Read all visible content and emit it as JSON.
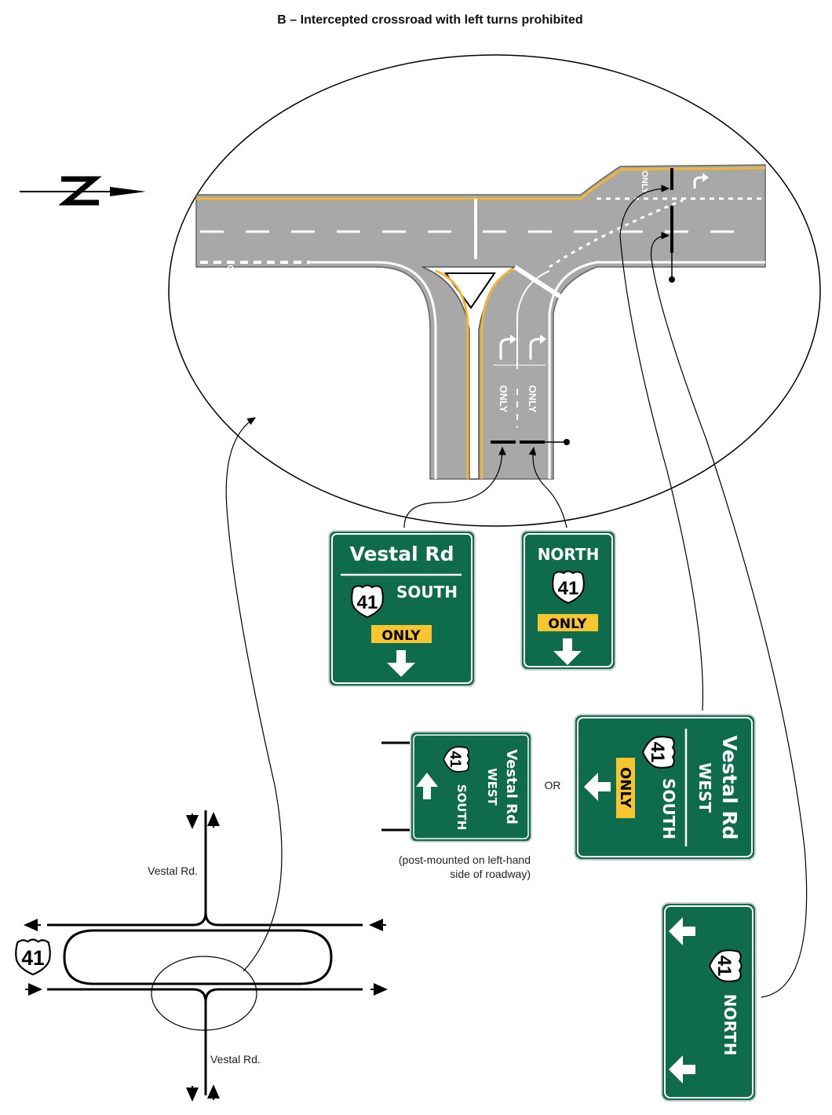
{
  "title": "B – Intercepted crossroad with left turns prohibited",
  "pavement_markings": {
    "only_word": "ONLY"
  },
  "sign_vestal_41_south_only": {
    "destination": "Vestal Rd",
    "route_number": "41",
    "direction": "SOUTH",
    "only_panel": "ONLY"
  },
  "sign_north_41_only": {
    "direction": "NORTH",
    "route_number": "41",
    "only_panel": "ONLY"
  },
  "sign_small_vestal_west": {
    "destination": "Vestal Rd",
    "destination_direction": "WEST",
    "route_number": "41",
    "route_direction": "SOUTH",
    "note": "(post-mounted on left-hand side of roadway)"
  },
  "or_label": "OR",
  "sign_large_vestal_west": {
    "destination": "Vestal Rd",
    "destination_direction": "WEST",
    "route_number": "41",
    "route_direction": "SOUTH",
    "only_panel": "ONLY"
  },
  "sign_41_north_arrows": {
    "route_number": "41",
    "direction": "NORTH"
  },
  "plan_view": {
    "route_number": "41",
    "road_label_top": "Vestal Rd.",
    "road_label_bottom": "Vestal Rd."
  },
  "colors": {
    "sign_green": "#0e6b4b",
    "only_yellow": "#f7c52d",
    "pavement": "#a9a9a9",
    "edge_yellow": "#f2b632"
  }
}
